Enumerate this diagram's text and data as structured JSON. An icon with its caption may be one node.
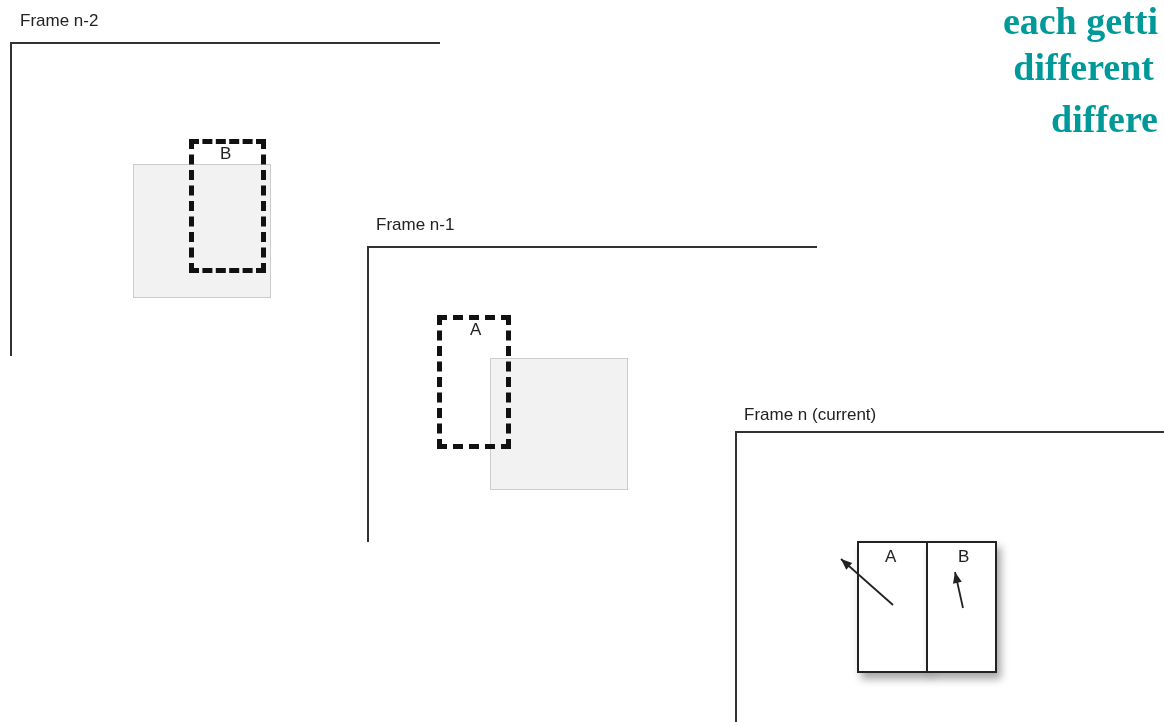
{
  "diagram": {
    "nodes": [
      {
        "text": [
          "Frame n-2"
        ]
      },
      {
        "text": [],
        "shape": "box",
        "in": 0
      },
      {
        "text": [
          "B"
        ],
        "in": 0
      },
      {
        "text": [
          "Frame n-1"
        ]
      },
      {
        "text": [
          "A"
        ],
        "in": 3
      },
      {
        "text": [],
        "shape": "box",
        "in": 3
      },
      {
        "text": [
          "Frame n (current)"
        ]
      },
      {
        "text": [
          "A"
        ],
        "in": 6
      },
      {
        "text": [
          "B"
        ],
        "in": 6
      }
    ],
    "labels": [
      "each getti",
      "different",
      "differe"
    ]
  }
}
